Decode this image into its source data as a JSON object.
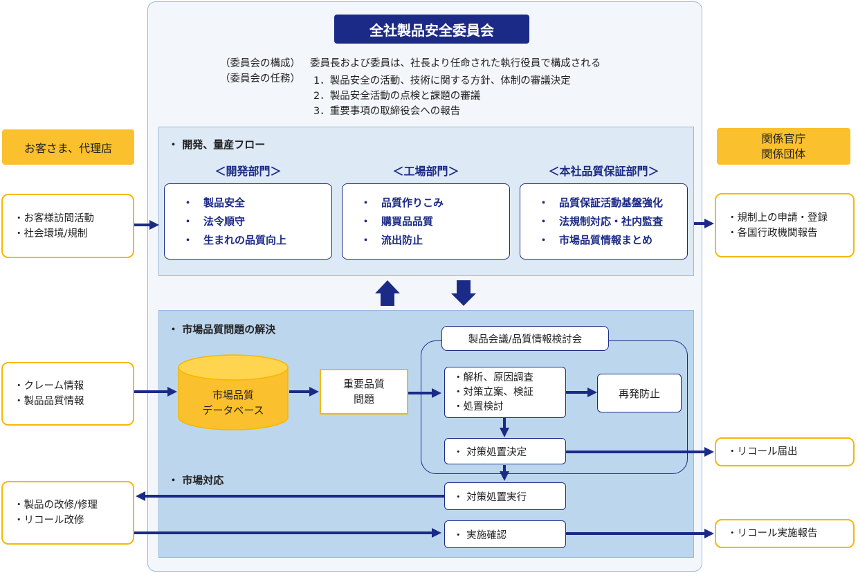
{
  "committee": {
    "title": "全社製品安全委員会",
    "composition_label": "（委員会の構成）",
    "composition_text": "委員長および委員は、社長より任命された執行役員で構成される",
    "duties_label": "（委員会の任務）",
    "duties": [
      "1．製品安全の活動、技術に関する方針、体制の審議決定",
      "2．製品安全活動の点検と課題の審議",
      "3．重要事項の取締役会への報告"
    ]
  },
  "development_flow": {
    "title": "・ 開発、量産フロー",
    "departments": [
      {
        "heading": "＜開発部門＞",
        "items": [
          "・　製品安全",
          "・　法令順守",
          "・　生まれの品質向上"
        ]
      },
      {
        "heading": "＜工場部門＞",
        "items": [
          "・　品質作りこみ",
          "・　購買品品質",
          "・　流出防止"
        ]
      },
      {
        "heading": "＜本社品質保証部門＞",
        "items": [
          "・　品質保証活動基盤強化",
          "・　法規制対応・社内監査",
          "・　市場品質情報まとめ"
        ]
      }
    ]
  },
  "market_quality": {
    "title": "・ 市場品質問題の解決",
    "database": [
      "市場品質",
      "データベース"
    ],
    "important_issue": [
      "重要品質",
      "問題"
    ],
    "meeting_label": "製品会議/品質情報検討会",
    "analysis_items": [
      "・解析、原因調査",
      "・対策立案、検証",
      "・処置検討"
    ],
    "prevention": "再発防止",
    "decision": "・ 対策処置決定"
  },
  "market_response": {
    "title": "・ 市場対応",
    "execution": "・ 対策処置実行",
    "confirmation": "・ 実施確認"
  },
  "left": {
    "customers_header": "お客さま、代理店",
    "visits": [
      "・お客様訪問活動",
      "・社会環境/規制"
    ],
    "claims": [
      "・クレーム情報",
      "・製品品質情報"
    ],
    "repairs": [
      "・製品の改修/修理",
      "・リコール改修"
    ]
  },
  "right": {
    "authorities_header": [
      "関係官庁",
      "関係団体"
    ],
    "regulations": [
      "・規制上の申請・登録",
      "・各国行政機関報告"
    ],
    "recall_notice": "・リコール届出",
    "recall_report": "・リコール実施報告"
  },
  "colors": {
    "navy": "#1b2a86",
    "yellow": "#fbc02d",
    "yellow_border": "#f5b800",
    "panel_light": "#dde9f5",
    "panel_mid": "#bcd6ee"
  }
}
